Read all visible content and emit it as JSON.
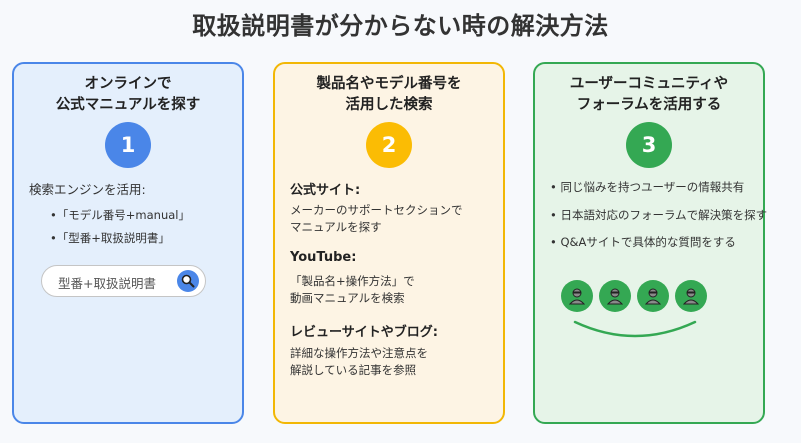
{
  "title": "取扱説明書が分からない時の解決方法",
  "colors": {
    "blue": "#4a86e8",
    "yellow": "#fbbc04",
    "green": "#34a853"
  },
  "cards": [
    {
      "title_lines": [
        "オンラインで",
        "公式マニュアルを探す"
      ],
      "number": "1",
      "intro": "検索エンジンを活用:",
      "bullets": [
        "•「モデル番号+manual」",
        "•「型番+取扱説明書」"
      ],
      "search_placeholder": "型番+取扱説明書",
      "search_icon": "search-icon"
    },
    {
      "title_lines": [
        "製品名やモデル番号を",
        "活用した検索"
      ],
      "number": "2",
      "sections": [
        {
          "heading": "公式サイト:",
          "lines": [
            "メーカーのサポートセクションで",
            "マニュアルを探す"
          ]
        },
        {
          "heading": "YouTube:",
          "lines": [
            "「製品名+操作方法」で",
            "動画マニュアルを検索"
          ]
        },
        {
          "heading": "レビューサイトやブログ:",
          "lines": [
            "詳細な操作方法や注意点を",
            "解説している記事を参照"
          ]
        }
      ]
    },
    {
      "title_lines": [
        "ユーザーコミュニティや",
        "フォーラムを活用する"
      ],
      "number": "3",
      "bullets": [
        "• 同じ悩みを持つユーザーの情報共有",
        "• 日本語対応のフォーラムで解決策を探す",
        "• Q&Aサイトで具体的な質問をする"
      ],
      "people_icon": "person-icon"
    }
  ]
}
